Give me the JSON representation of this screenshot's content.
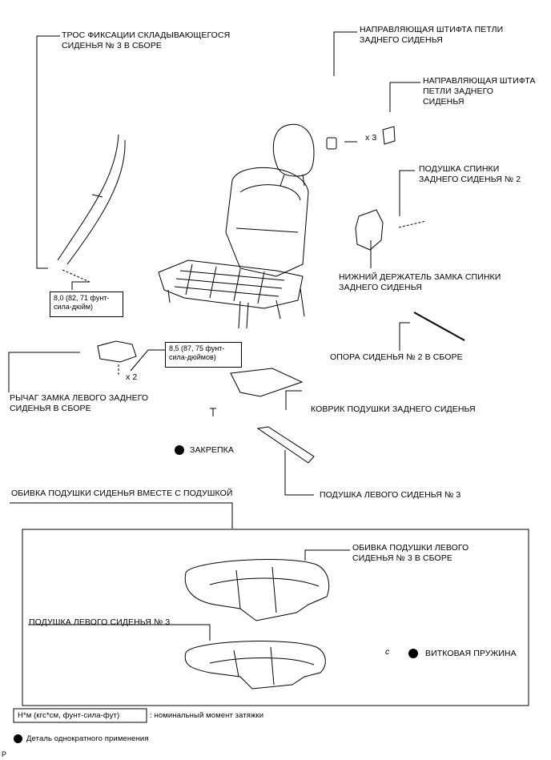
{
  "labels": {
    "cable": [
      "ТРОС ФИКСАЦИИ СКЛАДЫВАЮЩЕГОСЯ",
      "СИДЕНЬЯ № 3 В СБОРЕ"
    ],
    "guide1": [
      "НАПРАВЛЯЮЩАЯ ШТИФТА ПЕТЛИ",
      "ЗАДНЕГО СИДЕНЬЯ"
    ],
    "guide2": [
      "НАПРАВЛЯЮЩАЯ ШТИФТА",
      "ПЕТЛИ ЗАДНЕГО",
      "СИДЕНЬЯ"
    ],
    "back_cushion2": [
      "ПОДУШКА СПИНКИ",
      "ЗАДНЕГО СИДЕНЬЯ № 2"
    ],
    "lower_holder": [
      "НИЖНИЙ ДЕРЖАТЕЛЬ ЗАМКА СПИНКИ",
      "ЗАДНЕГО СИДЕНЬЯ"
    ],
    "support": "ОПОРА СИДЕНЬЯ № 2 В СБОРЕ",
    "lever": [
      "РЫЧАГ ЗАМКА ЛЕВОГО ЗАДНЕГО",
      "СИДЕНЬЯ В СБОРЕ"
    ],
    "mat": "КОВРИК ПОДУШКИ ЗАДНЕГО СИДЕНЬЯ",
    "clip": "ЗАКРЕПКА",
    "cushion3": "ПОДУШКА ЛЕВОГО СИДЕНЬЯ № 3",
    "cover_with_cushion": "ОБИВКА ПОДУШКИ СИДЕНЬЯ ВМЕСТЕ С ПОДУШКОЙ",
    "cover_left3": [
      "ОБИВКА ПОДУШКИ ЛЕВОГО",
      "СИДЕНЬЯ № 3 В СБОРЕ"
    ],
    "cushion3_inner": "ПОДУШКА ЛЕВОГО СИДЕНЬЯ № 3",
    "spring": "ВИТКОВАЯ ПРУЖИНА"
  },
  "torques": {
    "t1": [
      "8,0 (82, 71 фунт-",
      "сила-дюйм)"
    ],
    "t2": [
      "8,5 (87, 75 фунт-",
      "сила-дюймов)"
    ]
  },
  "quantities": {
    "x3": "x 3",
    "x2": "x 2"
  },
  "legend": {
    "torque_box": "Н*м (кгс*см, фунт-сила-фут)",
    "torque_desc": ": номинальный момент затяжки",
    "nonreusable": "Деталь однократного применения"
  },
  "spring_glyph": "c",
  "corner_mark": "P"
}
